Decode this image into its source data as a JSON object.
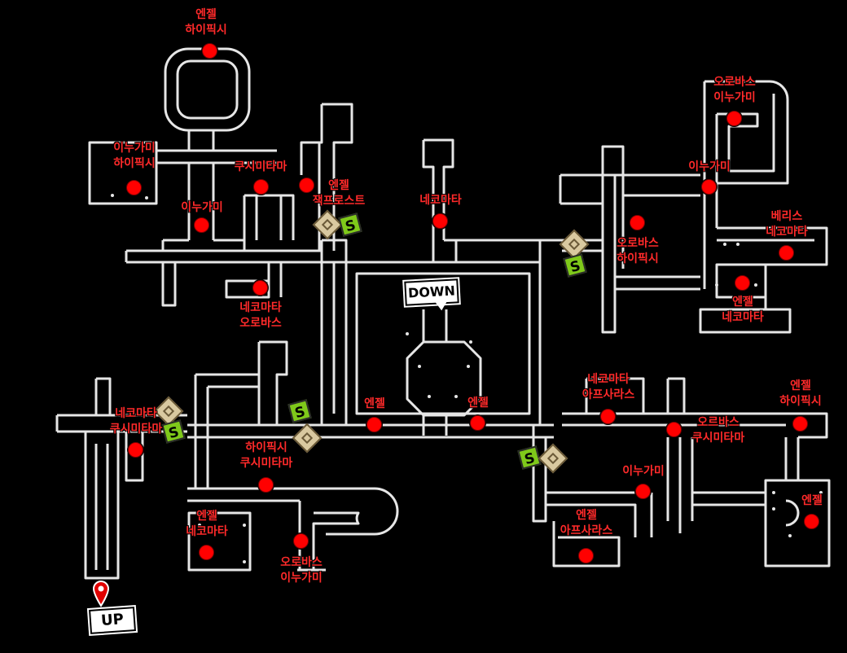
{
  "map": {
    "route_line_color": "#e6e6e6",
    "marker_color": "#ff0000",
    "label_color": "#ff2a2a",
    "down_label": "DOWN",
    "up_label": "UP",
    "safe_room_label": "S",
    "enemy_spots": [
      {
        "lines": [
          "엔젤",
          "하이픽시"
        ]
      },
      {
        "lines": [
          "이누가미",
          "하이픽시"
        ]
      },
      {
        "lines": [
          "쿠시미타마"
        ]
      },
      {
        "lines": [
          "엔젤",
          "잭프로스트"
        ]
      },
      {
        "lines": [
          "이누가미"
        ]
      },
      {
        "lines": [
          "네코마타",
          "오로바스"
        ]
      },
      {
        "lines": [
          "네코마타"
        ]
      },
      {
        "lines": [
          "오로바스",
          "이누가미"
        ]
      },
      {
        "lines": [
          "이누가미"
        ]
      },
      {
        "lines": [
          "오로바스",
          "하이픽시"
        ]
      },
      {
        "lines": [
          "베리스",
          "네코마타"
        ]
      },
      {
        "lines": [
          "엔젤",
          "네코마타"
        ]
      },
      {
        "lines": [
          "네코마타",
          "쿠시미타마"
        ]
      },
      {
        "lines": [
          "하이픽시",
          "쿠시미타마"
        ]
      },
      {
        "lines": [
          "엔젤"
        ]
      },
      {
        "lines": [
          "엔젤"
        ]
      },
      {
        "lines": [
          "엔젤",
          "네코마타"
        ]
      },
      {
        "lines": [
          "오로바스",
          "이누가미"
        ]
      },
      {
        "lines": [
          "네코마타",
          "아프사라스"
        ]
      },
      {
        "lines": [
          "오르바스",
          "쿠시미타마"
        ]
      },
      {
        "lines": [
          "엔젤",
          "하이픽시"
        ]
      },
      {
        "lines": [
          "이누가미"
        ]
      },
      {
        "lines": [
          "엔젤",
          "아프사라스"
        ]
      },
      {
        "lines": [
          "엔젤"
        ]
      }
    ]
  }
}
